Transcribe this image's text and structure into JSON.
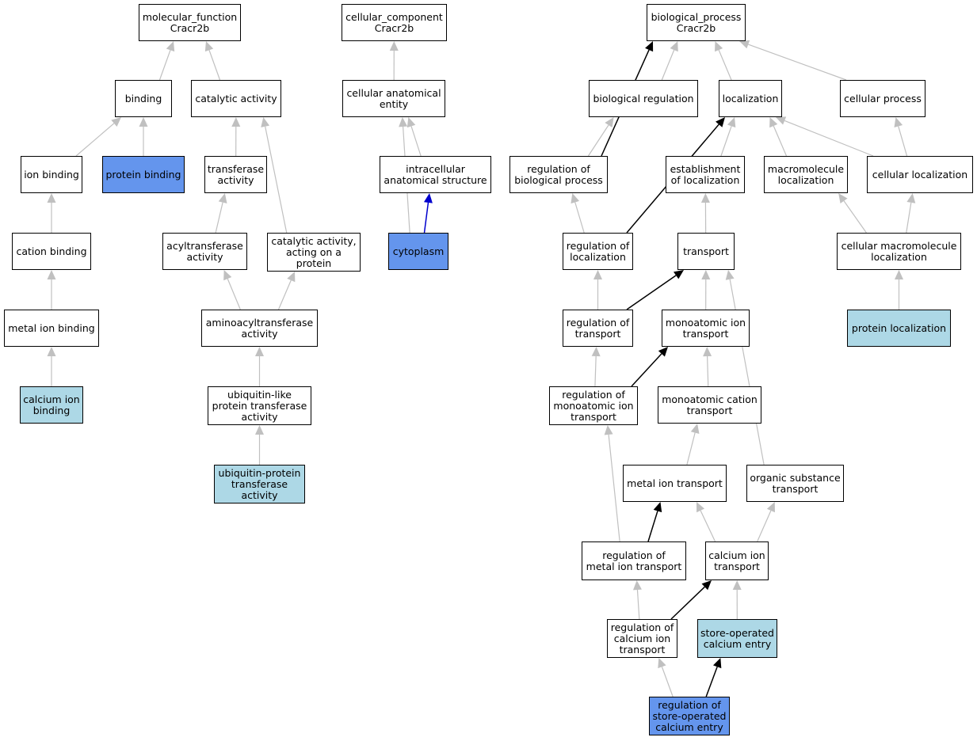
{
  "colors": {
    "edge_gray": "#c0c0c0",
    "edge_black": "#000000",
    "edge_blue": "#0000cd",
    "node_light": "#add8e6",
    "node_dark": "#6495ed"
  },
  "nodes": {
    "mf_root": {
      "lines": [
        "molecular_function",
        "Cracr2b"
      ],
      "style": "plain"
    },
    "cc_root": {
      "lines": [
        "cellular_component",
        "Cracr2b"
      ],
      "style": "plain"
    },
    "bp_root": {
      "lines": [
        "biological_process",
        "Cracr2b"
      ],
      "style": "plain"
    },
    "binding": {
      "lines": [
        "binding"
      ],
      "style": "plain"
    },
    "catalytic": {
      "lines": [
        "catalytic activity"
      ],
      "style": "plain"
    },
    "cell_anat_entity": {
      "lines": [
        "cellular anatomical",
        "entity"
      ],
      "style": "plain"
    },
    "bio_regulation": {
      "lines": [
        "biological regulation"
      ],
      "style": "plain"
    },
    "localization": {
      "lines": [
        "localization"
      ],
      "style": "plain"
    },
    "cellular_process": {
      "lines": [
        "cellular process"
      ],
      "style": "plain"
    },
    "ion_binding": {
      "lines": [
        "ion binding"
      ],
      "style": "plain"
    },
    "protein_binding": {
      "lines": [
        "protein binding"
      ],
      "style": "dark"
    },
    "transferase": {
      "lines": [
        "transferase",
        "activity"
      ],
      "style": "plain"
    },
    "intracell_struct": {
      "lines": [
        "intracellular",
        "anatomical structure"
      ],
      "style": "plain"
    },
    "reg_bio_process": {
      "lines": [
        "regulation of",
        "biological process"
      ],
      "style": "plain"
    },
    "establishment_loc": {
      "lines": [
        "establishment",
        "of localization"
      ],
      "style": "plain"
    },
    "macromol_loc": {
      "lines": [
        "macromolecule",
        "localization"
      ],
      "style": "plain"
    },
    "cellular_loc": {
      "lines": [
        "cellular localization"
      ],
      "style": "plain"
    },
    "cation_binding": {
      "lines": [
        "cation binding"
      ],
      "style": "plain"
    },
    "acyltransferase": {
      "lines": [
        "acyltransferase",
        "activity"
      ],
      "style": "plain"
    },
    "catalytic_protein": {
      "lines": [
        "catalytic activity,",
        "acting on a",
        "protein"
      ],
      "style": "plain"
    },
    "cytoplasm": {
      "lines": [
        "cytoplasm"
      ],
      "style": "dark"
    },
    "reg_localization": {
      "lines": [
        "regulation of",
        "localization"
      ],
      "style": "plain"
    },
    "transport": {
      "lines": [
        "transport"
      ],
      "style": "plain"
    },
    "cell_macromol_loc": {
      "lines": [
        "cellular macromolecule",
        "localization"
      ],
      "style": "plain"
    },
    "metal_ion_binding": {
      "lines": [
        "metal ion binding"
      ],
      "style": "plain"
    },
    "aminoacyltransferase": {
      "lines": [
        "aminoacyltransferase",
        "activity"
      ],
      "style": "plain"
    },
    "reg_transport": {
      "lines": [
        "regulation of",
        "transport"
      ],
      "style": "plain"
    },
    "monoatomic_ion_transport": {
      "lines": [
        "monoatomic ion",
        "transport"
      ],
      "style": "plain"
    },
    "protein_localization": {
      "lines": [
        "protein localization"
      ],
      "style": "light"
    },
    "calcium_ion_binding": {
      "lines": [
        "calcium ion",
        "binding"
      ],
      "style": "light"
    },
    "ubiquitin_like": {
      "lines": [
        "ubiquitin-like",
        "protein transferase",
        "activity"
      ],
      "style": "plain"
    },
    "reg_monoatomic_ion_transport": {
      "lines": [
        "regulation of",
        "monoatomic ion",
        "transport"
      ],
      "style": "plain"
    },
    "monoatomic_cation_transport": {
      "lines": [
        "monoatomic cation",
        "transport"
      ],
      "style": "plain"
    },
    "ubiquitin_protein": {
      "lines": [
        "ubiquitin-protein",
        "transferase",
        "activity"
      ],
      "style": "light"
    },
    "metal_ion_transport": {
      "lines": [
        "metal ion transport"
      ],
      "style": "plain"
    },
    "organic_substance_transport": {
      "lines": [
        "organic substance",
        "transport"
      ],
      "style": "plain"
    },
    "reg_metal_ion_transport": {
      "lines": [
        "regulation of",
        "metal ion transport"
      ],
      "style": "plain"
    },
    "calcium_ion_transport": {
      "lines": [
        "calcium ion",
        "transport"
      ],
      "style": "plain"
    },
    "reg_calcium_ion_transport": {
      "lines": [
        "regulation of",
        "calcium ion",
        "transport"
      ],
      "style": "plain"
    },
    "store_operated": {
      "lines": [
        "store-operated",
        "calcium entry"
      ],
      "style": "light"
    },
    "reg_store_operated": {
      "lines": [
        "regulation of",
        "store-operated",
        "calcium entry"
      ],
      "style": "dark"
    }
  },
  "edges": [
    {
      "from": "binding",
      "to": "mf_root",
      "kind": "is_a"
    },
    {
      "from": "catalytic",
      "to": "mf_root",
      "kind": "is_a"
    },
    {
      "from": "ion_binding",
      "to": "binding",
      "kind": "is_a"
    },
    {
      "from": "protein_binding",
      "to": "binding",
      "kind": "is_a"
    },
    {
      "from": "transferase",
      "to": "catalytic",
      "kind": "is_a"
    },
    {
      "from": "catalytic_protein",
      "to": "catalytic",
      "kind": "is_a"
    },
    {
      "from": "cation_binding",
      "to": "ion_binding",
      "kind": "is_a"
    },
    {
      "from": "metal_ion_binding",
      "to": "cation_binding",
      "kind": "is_a"
    },
    {
      "from": "calcium_ion_binding",
      "to": "metal_ion_binding",
      "kind": "is_a"
    },
    {
      "from": "acyltransferase",
      "to": "transferase",
      "kind": "is_a"
    },
    {
      "from": "aminoacyltransferase",
      "to": "acyltransferase",
      "kind": "is_a"
    },
    {
      "from": "aminoacyltransferase",
      "to": "catalytic_protein",
      "kind": "is_a"
    },
    {
      "from": "ubiquitin_like",
      "to": "aminoacyltransferase",
      "kind": "is_a"
    },
    {
      "from": "ubiquitin_protein",
      "to": "ubiquitin_like",
      "kind": "is_a"
    },
    {
      "from": "cell_anat_entity",
      "to": "cc_root",
      "kind": "is_a"
    },
    {
      "from": "intracell_struct",
      "to": "cell_anat_entity",
      "kind": "is_a"
    },
    {
      "from": "cytoplasm",
      "to": "cell_anat_entity",
      "kind": "is_a"
    },
    {
      "from": "cytoplasm",
      "to": "intracell_struct",
      "kind": "part_of"
    },
    {
      "from": "bio_regulation",
      "to": "bp_root",
      "kind": "is_a"
    },
    {
      "from": "localization",
      "to": "bp_root",
      "kind": "is_a"
    },
    {
      "from": "cellular_process",
      "to": "bp_root",
      "kind": "is_a"
    },
    {
      "from": "reg_bio_process",
      "to": "bp_root",
      "kind": "regulates"
    },
    {
      "from": "reg_bio_process",
      "to": "bio_regulation",
      "kind": "is_a"
    },
    {
      "from": "establishment_loc",
      "to": "localization",
      "kind": "is_a"
    },
    {
      "from": "macromol_loc",
      "to": "localization",
      "kind": "is_a"
    },
    {
      "from": "cellular_loc",
      "to": "localization",
      "kind": "is_a"
    },
    {
      "from": "cellular_loc",
      "to": "cellular_process",
      "kind": "is_a"
    },
    {
      "from": "reg_localization",
      "to": "reg_bio_process",
      "kind": "is_a"
    },
    {
      "from": "reg_localization",
      "to": "localization",
      "kind": "regulates"
    },
    {
      "from": "transport",
      "to": "establishment_loc",
      "kind": "is_a"
    },
    {
      "from": "cell_macromol_loc",
      "to": "macromol_loc",
      "kind": "is_a"
    },
    {
      "from": "cell_macromol_loc",
      "to": "cellular_loc",
      "kind": "is_a"
    },
    {
      "from": "protein_localization",
      "to": "cell_macromol_loc",
      "kind": "is_a"
    },
    {
      "from": "reg_transport",
      "to": "reg_localization",
      "kind": "is_a"
    },
    {
      "from": "reg_transport",
      "to": "transport",
      "kind": "regulates"
    },
    {
      "from": "monoatomic_ion_transport",
      "to": "transport",
      "kind": "is_a"
    },
    {
      "from": "organic_substance_transport",
      "to": "transport",
      "kind": "is_a"
    },
    {
      "from": "reg_monoatomic_ion_transport",
      "to": "reg_transport",
      "kind": "is_a"
    },
    {
      "from": "reg_monoatomic_ion_transport",
      "to": "monoatomic_ion_transport",
      "kind": "regulates"
    },
    {
      "from": "monoatomic_cation_transport",
      "to": "monoatomic_ion_transport",
      "kind": "is_a"
    },
    {
      "from": "metal_ion_transport",
      "to": "monoatomic_cation_transport",
      "kind": "is_a"
    },
    {
      "from": "reg_metal_ion_transport",
      "to": "reg_monoatomic_ion_transport",
      "kind": "is_a"
    },
    {
      "from": "reg_metal_ion_transport",
      "to": "metal_ion_transport",
      "kind": "regulates"
    },
    {
      "from": "calcium_ion_transport",
      "to": "metal_ion_transport",
      "kind": "is_a"
    },
    {
      "from": "calcium_ion_transport",
      "to": "organic_substance_transport",
      "kind": "is_a"
    },
    {
      "from": "reg_calcium_ion_transport",
      "to": "reg_metal_ion_transport",
      "kind": "is_a"
    },
    {
      "from": "reg_calcium_ion_transport",
      "to": "calcium_ion_transport",
      "kind": "regulates"
    },
    {
      "from": "store_operated",
      "to": "calcium_ion_transport",
      "kind": "is_a"
    },
    {
      "from": "reg_store_operated",
      "to": "reg_calcium_ion_transport",
      "kind": "is_a"
    },
    {
      "from": "reg_store_operated",
      "to": "store_operated",
      "kind": "regulates"
    }
  ]
}
